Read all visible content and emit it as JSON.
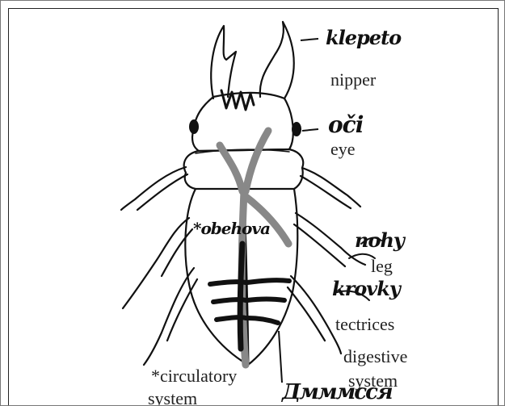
{
  "handwritten": {
    "nipper": "klepeto",
    "eye": "oči",
    "leg": "nohy",
    "tectrices": "krovky",
    "circulatory": "*obehova",
    "bottom": "Дмммсся"
  },
  "labels": {
    "nipper": "nipper",
    "eye": "eye",
    "leg": "leg",
    "tectrices": "tectrices",
    "digestive_line1": "digestive",
    "digestive_line2": "system",
    "circulatory_line1": "*circulatory",
    "circulatory_line2": "system"
  },
  "colors": {
    "ink": "#111111",
    "digestive_gray": "#888888",
    "frame": "#222222"
  }
}
